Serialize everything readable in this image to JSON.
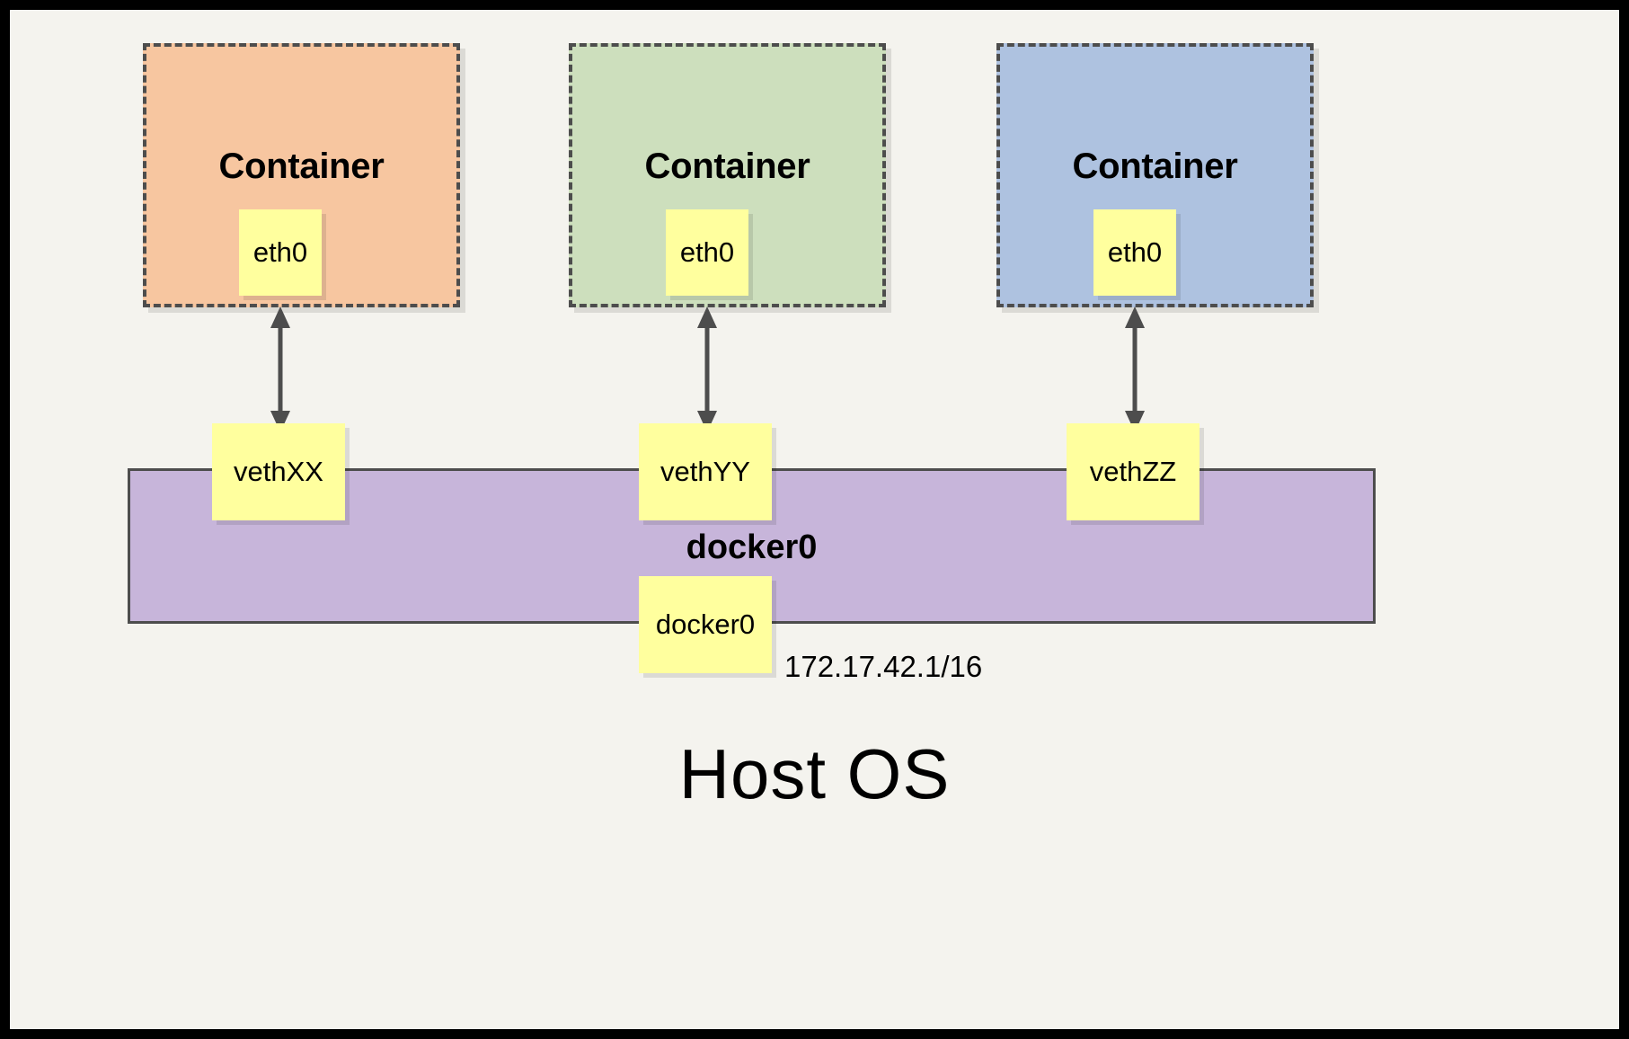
{
  "diagram": {
    "title_caption": "Host OS",
    "page_background": "#f4f3ee",
    "frame_color": "#000000"
  },
  "containers": [
    {
      "label": "Container",
      "fill": "#f7c6a0",
      "border": "#4d4d4d",
      "interface": {
        "label": "eth0",
        "fill": "#ffff9e"
      }
    },
    {
      "label": "Container",
      "fill": "#cddfbd",
      "border": "#4d4d4d",
      "interface": {
        "label": "eth0",
        "fill": "#ffff9e"
      }
    },
    {
      "label": "Container",
      "fill": "#aec2e0",
      "border": "#4d4d4d",
      "interface": {
        "label": "eth0",
        "fill": "#ffff9e"
      }
    }
  ],
  "veth_pairs": [
    {
      "label": "vethXX"
    },
    {
      "label": "vethYY"
    },
    {
      "label": "vethZZ"
    }
  ],
  "bridge": {
    "name": "docker0",
    "interface_label": "docker0",
    "ip_address": "172.17.42.1/16",
    "fill": "#c7b5da",
    "border": "#4d4d4d"
  },
  "arrows": {
    "count": 3,
    "style": "double-headed-vertical",
    "color": "#4d4d4d"
  }
}
